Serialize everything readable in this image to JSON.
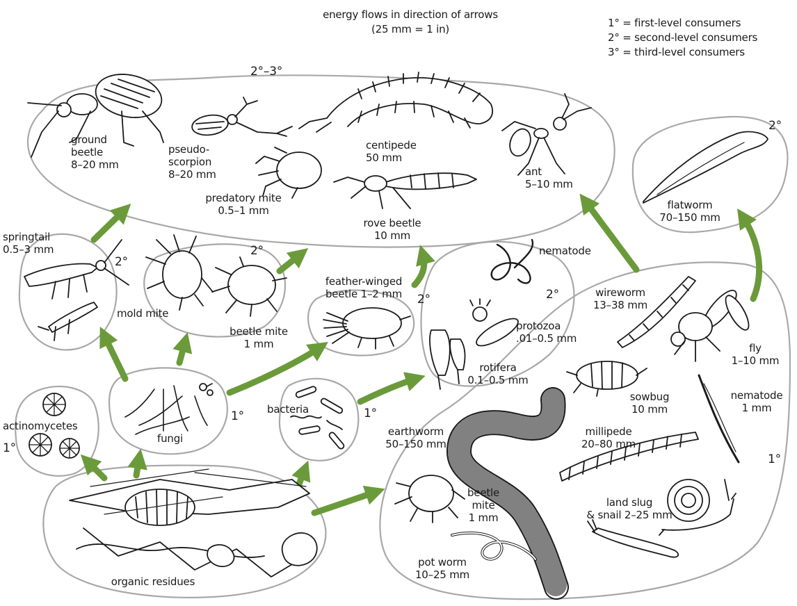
{
  "header": {
    "line1": "energy flows in direction of arrows",
    "line2": "(25 mm = 1 in)"
  },
  "legend": {
    "first": "1° = first-level consumers",
    "second": "2° = second-level consumers",
    "third": "3° = third-level consumers"
  },
  "levels": {
    "top_group": "2°–3°",
    "springtail": "2°",
    "mites": "2°",
    "feather": "2°",
    "nematode_group": "2°",
    "flatworm": "2°",
    "fungi": "1°",
    "bacteria": "1°",
    "actino": "1°",
    "large_group": "1°"
  },
  "organisms": {
    "ground_beetle": "ground\nbeetle\n8–20 mm",
    "pseudoscorpion": "pseudo-\nscorpion\n8–20 mm",
    "centipede": "centipede\n50 mm",
    "ant": "ant\n5–10 mm",
    "predatory_mite": "predatory mite\n0.5–1 mm",
    "rove_beetle": "rove beetle\n10 mm",
    "springtail": "springtail\n0.5–3 mm",
    "mold_mite": "mold mite",
    "beetle_mite_top": "beetle mite\n1 mm",
    "feather_winged": "feather-winged\nbeetle 1–2 mm",
    "nematode_top": "nematode",
    "protozoa": "protozoa\n.01–0.5 mm",
    "rotifera": "rotifera\n0.1–0.5 mm",
    "flatworm": "flatworm\n70–150 mm",
    "wireworm": "wireworm\n13–38 mm",
    "fly": "fly\n1–10 mm",
    "sowbug": "sowbug\n10 mm",
    "nematode_bottom": "nematode\n1 mm",
    "millipede": "millipede\n20–80 mm",
    "earthworm": "earthworm\n50–150 mm",
    "beetle_mite_bottom": "beetle\nmite\n1 mm",
    "land_slug": "land slug\n& snail 2–25 mm",
    "pot_worm": "pot worm\n10–25 mm",
    "actinomycetes": "actinomycetes",
    "fungi": "fungi",
    "bacteria": "bacteria",
    "organic_residues": "organic residues"
  },
  "colors": {
    "arrow": "#6b9a3b",
    "outline": "#a8a8a8",
    "ink": "#1a1a1a"
  }
}
